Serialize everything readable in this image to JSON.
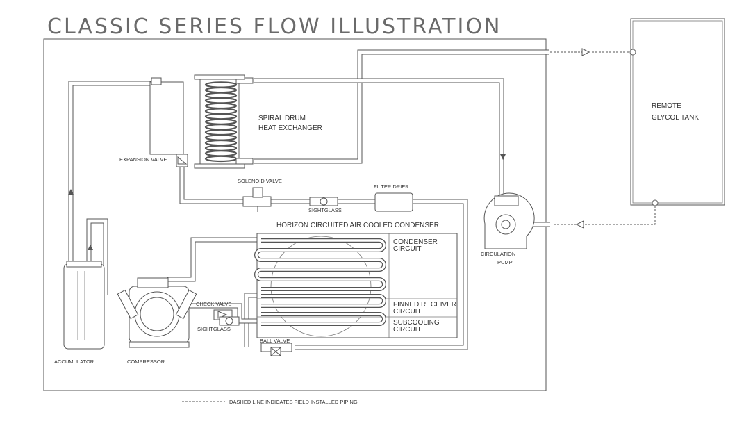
{
  "title": "CLASSIC SERIES FLOW ILLUSTRATION",
  "labels": {
    "spiral_drum_1": "SPIRAL DRUM",
    "spiral_drum_2": "HEAT EXCHANGER",
    "expansion_valve": "EXPANSION VALVE",
    "solenoid_valve": "SOLENOID VALVE",
    "sightglass_top": "SIGHTGLASS",
    "filter_drier": "FILTER DRIER",
    "condenser_title": "HORIZON CIRCUITED AIR COOLED CONDENSER",
    "condenser_circuit_1": "CONDENSER",
    "condenser_circuit_2": "CIRCUIT",
    "finned_receiver_1": "FINNED RECEIVER",
    "finned_receiver_2": "CIRCUIT",
    "subcooling_1": "SUBCOOLING",
    "subcooling_2": "CIRCUIT",
    "check_valve": "CHECK VALVE",
    "sightglass_bottom": "SIGHTGLASS",
    "ball_valve": "BALL VALVE",
    "accumulator": "ACCUMULATOR",
    "compressor": "COMPRESSOR",
    "circulation_1": "CIRCULATION",
    "circulation_2": "PUMP",
    "remote_tank_1": "REMOTE",
    "remote_tank_2": "GLYCOL TANK",
    "legend": "DASHED LINE INDICATES FIELD INSTALLED PIPING"
  },
  "colors": {
    "line": "#555555",
    "title": "#6a6a6a",
    "background": "#ffffff"
  }
}
